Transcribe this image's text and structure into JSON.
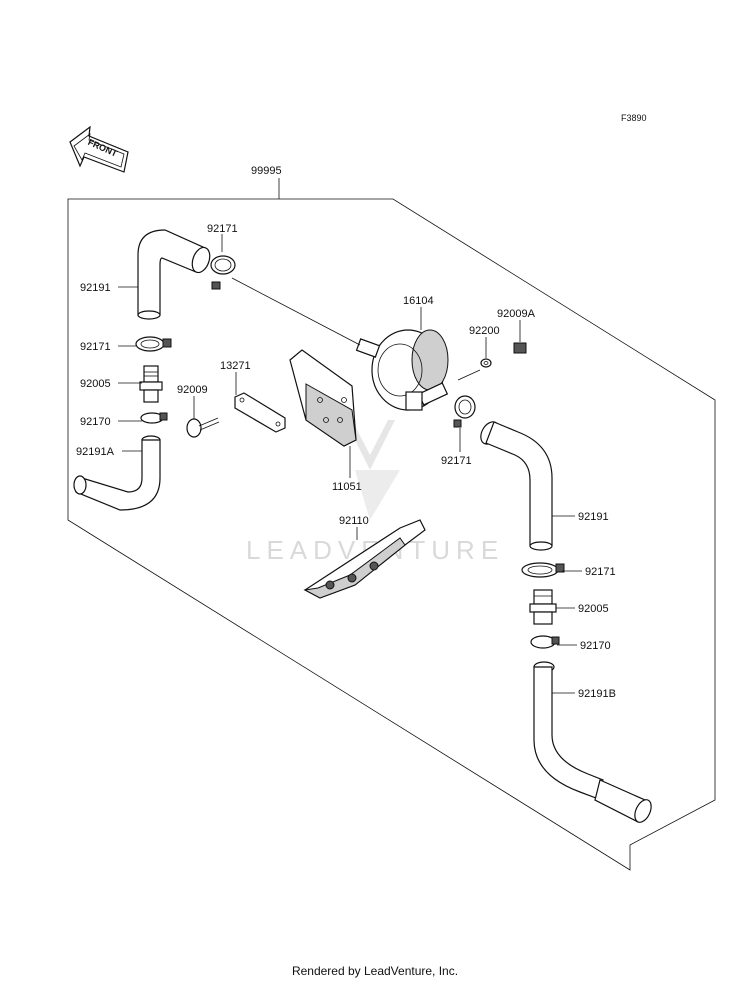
{
  "diagram": {
    "ref_code": "F3890",
    "front_label": "FRONT",
    "watermark": "LEADVENTURE",
    "footer": "Rendered by LeadVenture, Inc.",
    "parts": [
      {
        "id": "p99995",
        "label": "99995"
      },
      {
        "id": "p92171a",
        "label": "92171"
      },
      {
        "id": "p92191a",
        "label": "92191"
      },
      {
        "id": "p92171b",
        "label": "92171"
      },
      {
        "id": "p92005a",
        "label": "92005"
      },
      {
        "id": "p92170a",
        "label": "92170"
      },
      {
        "id": "p92191A",
        "label": "92191A"
      },
      {
        "id": "p13271",
        "label": "13271"
      },
      {
        "id": "p92009",
        "label": "92009"
      },
      {
        "id": "p16104",
        "label": "16104"
      },
      {
        "id": "p92009A",
        "label": "92009A"
      },
      {
        "id": "p92200",
        "label": "92200"
      },
      {
        "id": "p92171c",
        "label": "92171"
      },
      {
        "id": "p11051",
        "label": "11051"
      },
      {
        "id": "p92110",
        "label": "92110"
      },
      {
        "id": "p92191b",
        "label": "92191"
      },
      {
        "id": "p92171d",
        "label": "92171"
      },
      {
        "id": "p92005b",
        "label": "92005"
      },
      {
        "id": "p92170b",
        "label": "92170"
      },
      {
        "id": "p92191B",
        "label": "92191B"
      }
    ]
  }
}
